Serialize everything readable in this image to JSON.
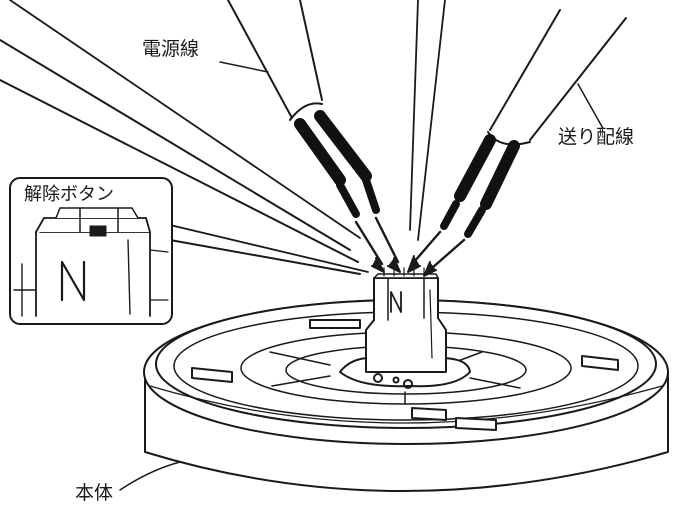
{
  "labels": {
    "power_wire": "電源線",
    "relay_wire": "送り配線",
    "release_button": "解除ボタン",
    "body": "本体"
  },
  "terminal_letter": "N",
  "colors": {
    "line": "#1a1a1a",
    "fill": "#ffffff",
    "wire_core": "#111111"
  }
}
